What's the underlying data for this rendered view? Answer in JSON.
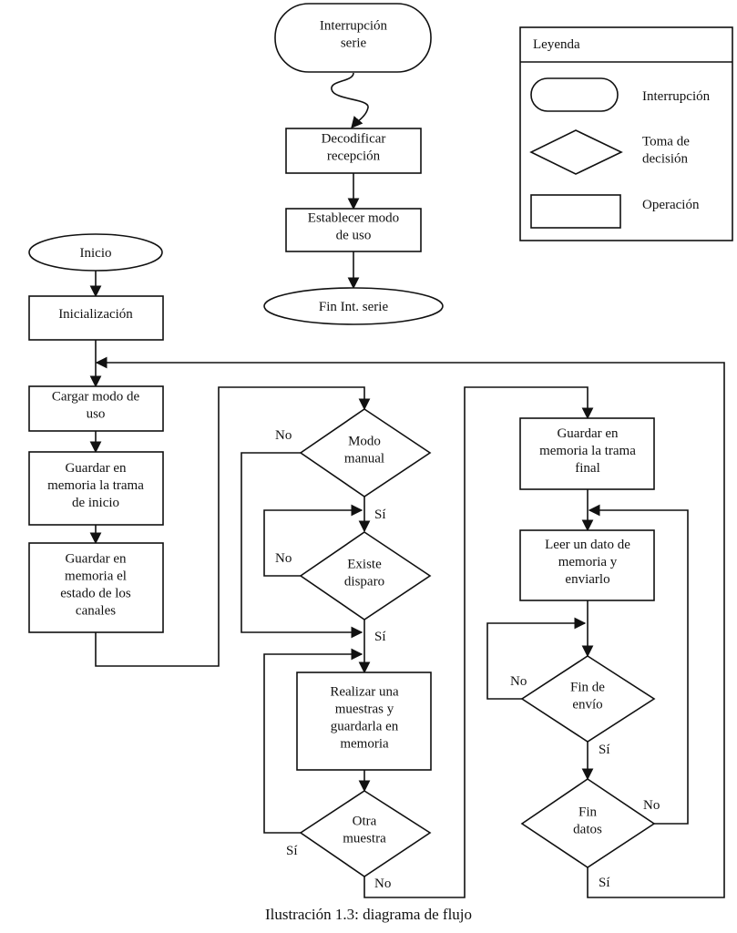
{
  "caption": "Ilustración 1.3: diagrama de flujo",
  "legend": {
    "title": "Leyenda",
    "items": [
      {
        "shape": "terminal",
        "label": [
          "Interrupción"
        ]
      },
      {
        "shape": "decision",
        "label": [
          "Toma de",
          "decisión"
        ]
      },
      {
        "shape": "process",
        "label": [
          "Operación"
        ]
      }
    ]
  },
  "nodes": {
    "int_serie": [
      "Interrupción",
      "serie"
    ],
    "decodificar": [
      "Decodificar",
      "recepción"
    ],
    "establecer": [
      "Establecer modo",
      "de uso"
    ],
    "fin_int": [
      "Fin Int. serie"
    ],
    "inicio": [
      "Inicio"
    ],
    "inicializacion": [
      "Inicialización"
    ],
    "cargar_modo": [
      "Cargar modo de",
      "uso"
    ],
    "guardar_inicio": [
      "Guardar en",
      "memoria la trama",
      "de inicio"
    ],
    "guardar_estado": [
      "Guardar en",
      "memoria el",
      "estado de los",
      "canales"
    ],
    "modo_manual": [
      "Modo",
      "manual"
    ],
    "existe_disparo": [
      "Existe",
      "disparo"
    ],
    "realizar": [
      "Realizar una",
      "muestras  y",
      "guardarla en",
      "memoria"
    ],
    "otra_muestra": [
      "Otra",
      "muestra"
    ],
    "guardar_final": [
      "Guardar en",
      "memoria la trama",
      "final"
    ],
    "leer_dato": [
      "Leer un dato de",
      "memoria y",
      "enviarlo"
    ],
    "fin_envio": [
      "Fin de",
      "envío"
    ],
    "fin_datos": [
      "Fin",
      "datos"
    ]
  },
  "edge_labels": {
    "modo_manual_no": "No",
    "modo_manual_si": "Sí",
    "existe_disparo_no": "No",
    "existe_disparo_si": "Sí",
    "otra_muestra_si": "Sí",
    "otra_muestra_no": "No",
    "fin_envio_no": "No",
    "fin_envio_si": "Sí",
    "fin_datos_no": "No",
    "fin_datos_si": "Sí"
  }
}
